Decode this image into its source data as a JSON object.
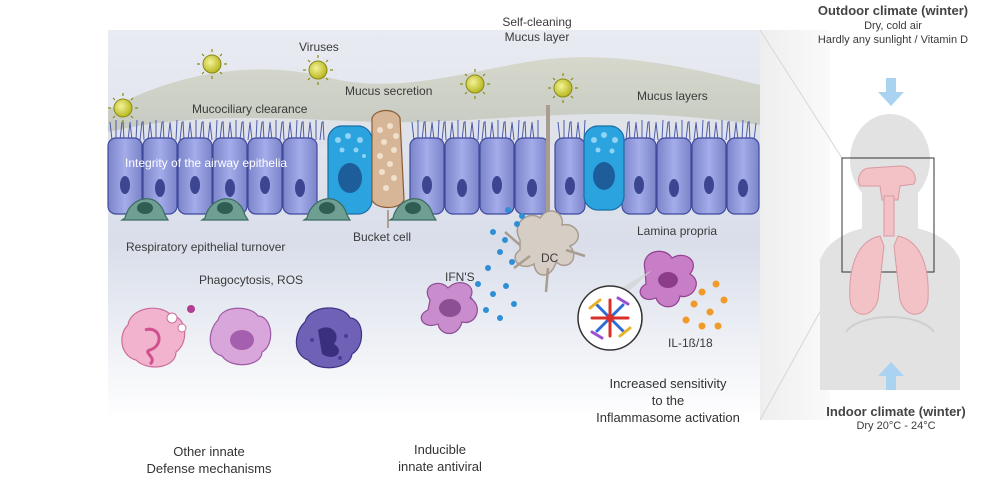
{
  "labels": {
    "viruses": "Viruses",
    "self_cleaning": "Self-cleaning",
    "mucus_layer": "Mucus layer",
    "mucociliary_clearance": "Mucociliary clearance",
    "mucus_secretion": "Mucus secretion",
    "mucus_layers": "Mucus layers",
    "integrity": "Integrity of the airway epithelia",
    "bucket_cell": "Bucket cell",
    "respiratory_turnover": "Respiratory epithelial turnover",
    "phagocytosis": "Phagocytosis, ROS",
    "ifns": "IFN'S",
    "dc": "DC",
    "lamina_propria": "Lamina propria",
    "il": "IL-1ß/18",
    "inflammasome_1": "Increased sensitivity",
    "inflammasome_2": "to the",
    "inflammasome_3": "Inflammasome activation",
    "other_innate_1": "Other innate",
    "other_innate_2": "Defense mechanisms",
    "inducible_1": "Inducible",
    "inducible_2": "innate antiviral"
  },
  "outdoor": {
    "title": "Outdoor climate (winter)",
    "line1": "Dry, cold air",
    "line2": "Hardly any sunlight / Vitamin D"
  },
  "indoor": {
    "title": "Indoor climate (winter)",
    "line1": "Dry 20°C - 24°C"
  },
  "colors": {
    "tissue_bg": "#dfe3ee",
    "mucus": "#cfd2c4",
    "columnar_cell": "#8c96d6",
    "goblet_cell": "#2ea6e0",
    "basal_cell": "#6a9f8f",
    "virus": "#d7d63a",
    "body_silhouette": "#e4e4e4",
    "lungs": "#f0c0c6",
    "arrow": "#a9d3f0"
  }
}
